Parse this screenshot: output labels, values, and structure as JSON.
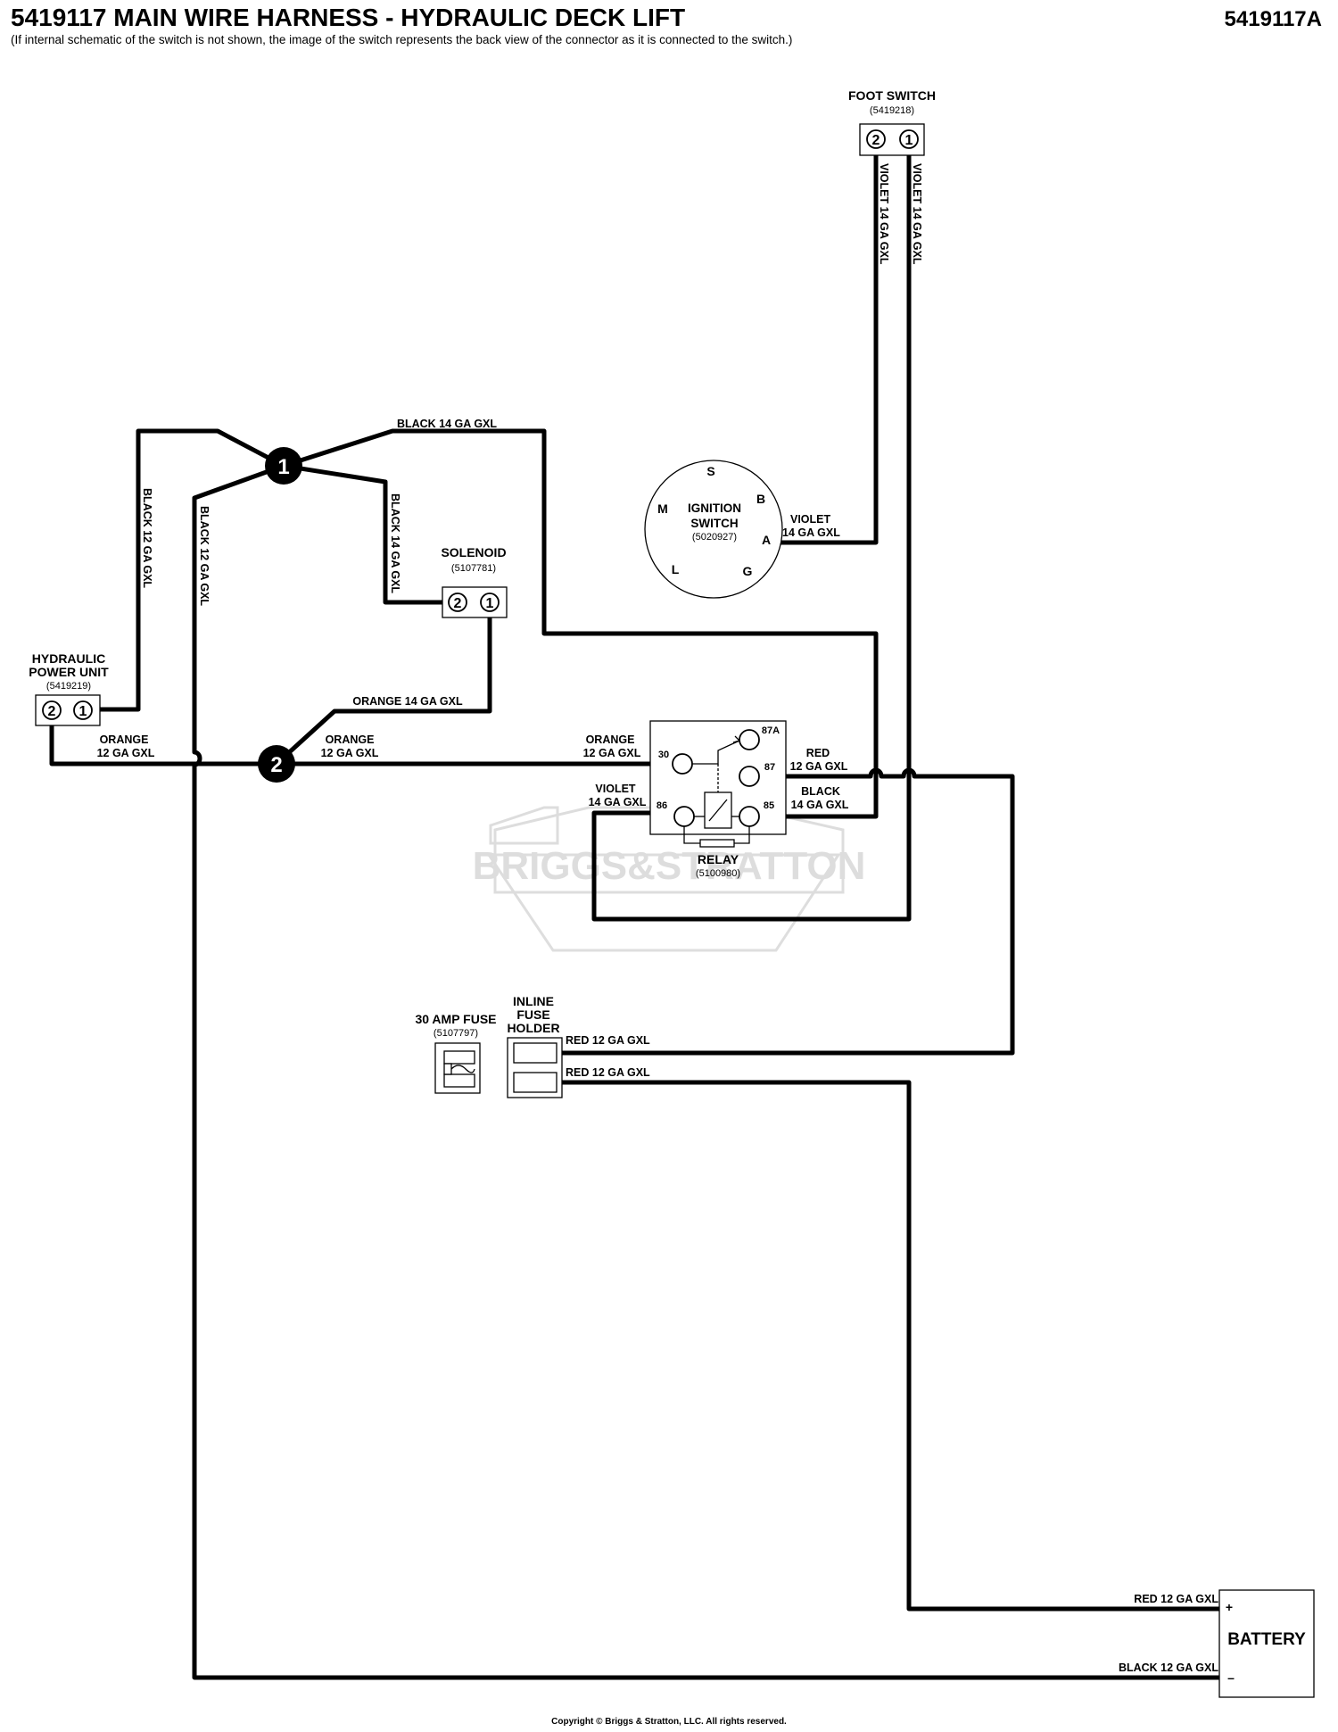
{
  "header": {
    "title": "5419117 MAIN WIRE HARNESS - HYDRAULIC DECK LIFT",
    "subtitle": "(If internal schematic of the switch is not shown, the image of the switch represents the back view of the connector as it is connected to the switch.)",
    "drawing_number": "5419117A"
  },
  "footer": {
    "copyright": "Copyright © Briggs & Stratton, LLC. All rights reserved."
  },
  "watermark": "BRIGGS&STRATTON",
  "components": {
    "foot_switch": {
      "name": "FOOT SWITCH",
      "part": "(5419218)",
      "pin_left": "2",
      "pin_right": "1"
    },
    "hydraulic_power_unit": {
      "name_line1": "HYDRAULIC",
      "name_line2": "POWER UNIT",
      "part": "(5419219)",
      "pin_left": "2",
      "pin_right": "1"
    },
    "solenoid": {
      "name": "SOLENOID",
      "part": "(5107781)",
      "pin_left": "2",
      "pin_right": "1"
    },
    "ignition_switch": {
      "name_line1": "IGNITION",
      "name_line2": "SWITCH",
      "part": "(5020927)",
      "terminals": {
        "s": "S",
        "b": "B",
        "m": "M",
        "a": "A",
        "l": "L",
        "g": "G"
      }
    },
    "relay": {
      "name": "RELAY",
      "part": "(5100980)",
      "pins": {
        "p30": "30",
        "p87a": "87A",
        "p87": "87",
        "p86": "86",
        "p85": "85"
      }
    },
    "fuse": {
      "name": "30 AMP FUSE",
      "part": "(5107797)"
    },
    "fuse_holder": {
      "line1": "INLINE",
      "line2": "FUSE",
      "line3": "HOLDER"
    },
    "battery": {
      "name": "BATTERY",
      "plus": "+",
      "minus": "–"
    }
  },
  "splices": {
    "s1": "1",
    "s2": "2"
  },
  "wire_labels": {
    "foot_violet_2": "VIOLET 14 GA GXL",
    "foot_violet_1": "VIOLET 14 GA GXL",
    "black_14_top": "BLACK 14 GA GXL",
    "black_14_solenoid": "BLACK 14 GA GXL",
    "black_12_hpu": "BLACK 12 GA GXL",
    "black_12_battery": "BLACK 12 GA GXL",
    "ign_violet_1": "VIOLET",
    "ign_violet_2": "14 GA GXL",
    "orange_14": "ORANGE 14 GA GXL",
    "orange_hpu_1": "ORANGE",
    "orange_hpu_2": "12 GA GXL",
    "orange_s2_1": "ORANGE",
    "orange_s2_2": "12 GA GXL",
    "orange_relay_1": "ORANGE",
    "orange_relay_2": "12 GA GXL",
    "red_87_1": "RED",
    "red_87_2": "12 GA GXL",
    "black_85_1": "BLACK",
    "black_85_2": "14 GA GXL",
    "violet_86_1": "VIOLET",
    "violet_86_2": "14 GA GXL",
    "red_fuse_top": "RED 12 GA GXL",
    "red_fuse_bottom": "RED 12 GA GXL",
    "red_battery": "RED 12 GA GXL"
  }
}
